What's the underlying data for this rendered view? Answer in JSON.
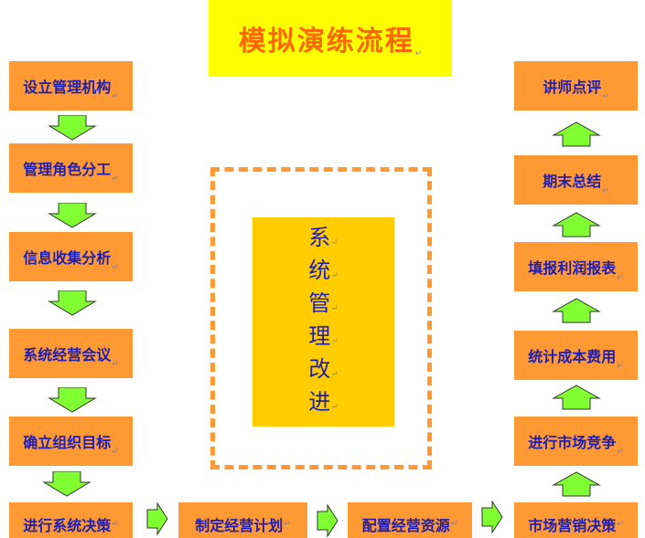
{
  "title": "模拟演练流程",
  "paragraph_mark": "↵",
  "left_column": [
    "设立管理机构",
    "管理角色分工",
    "信息收集分析",
    "系统经营会议",
    "确立组织目标",
    "进行系统决策"
  ],
  "bottom_row": [
    "制定经营计划",
    "配置经营资源"
  ],
  "right_column": [
    "市场营销决策",
    "进行市场竞争",
    "统计成本费用",
    "填报利润报表",
    "期末总结",
    "讲师点评"
  ],
  "center_chars": [
    "系",
    "统",
    "管",
    "理",
    "改",
    "进"
  ],
  "colors": {
    "box_fill": "#ff9933",
    "box_text": "#1e1eb4",
    "title_fill": "#ffff00",
    "title_text": "#ff6600",
    "center_fill": "#ffcc00",
    "arrow_fill": "#80ff33"
  }
}
